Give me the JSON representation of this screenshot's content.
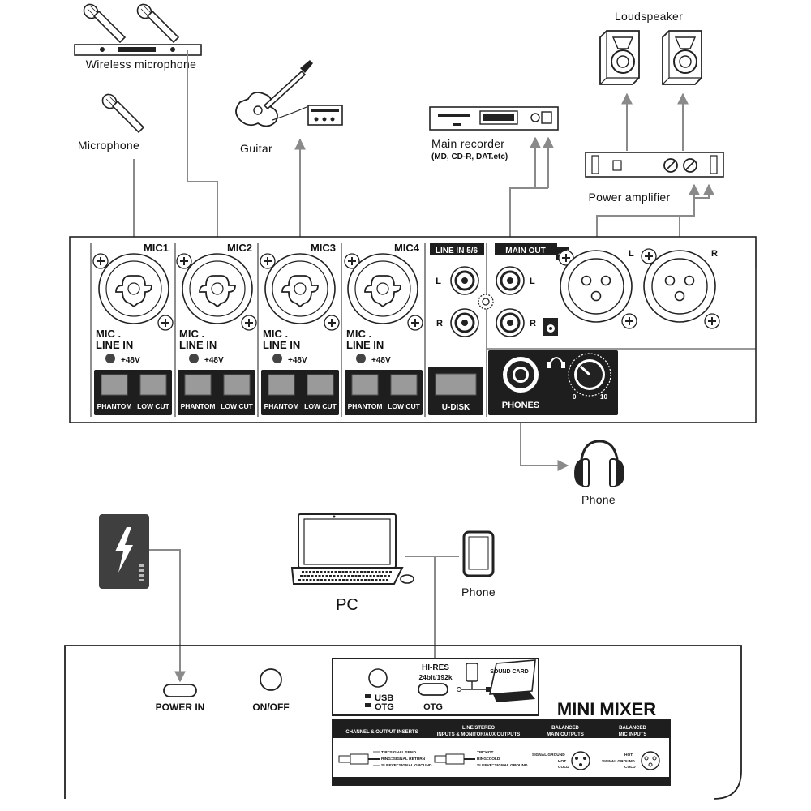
{
  "labels": {
    "wireless_mic": "Wireless microphone",
    "microphone": "Microphone",
    "guitar": "Guitar",
    "main_recorder": "Main recorder",
    "main_recorder_sub": "(MD, CD-R, DAT.etc)",
    "loudspeaker": "Loudspeaker",
    "power_amp": "Power amplifier",
    "phone_headphones": "Phone",
    "pc": "PC",
    "phone_mobile": "Phone"
  },
  "front_panel": {
    "channels": [
      {
        "name": "MIC1",
        "jack_label_1": "MIC .",
        "jack_label_2": "LINE  IN",
        "phantom_label": "+48V",
        "btn1": "PHANTOM",
        "btn2": "LOW CUT"
      },
      {
        "name": "MIC2",
        "jack_label_1": "MIC .",
        "jack_label_2": "LINE  IN",
        "phantom_label": "+48V",
        "btn1": "PHANTOM",
        "btn2": "LOW CUT"
      },
      {
        "name": "MIC3",
        "jack_label_1": "MIC .",
        "jack_label_2": "LINE  IN",
        "phantom_label": "+48V",
        "btn1": "PHANTOM",
        "btn2": "LOW CUT"
      },
      {
        "name": "MIC4",
        "jack_label_1": "MIC .",
        "jack_label_2": "LINE  IN",
        "phantom_label": "+48V",
        "btn1": "PHANTOM",
        "btn2": "LOW CUT"
      }
    ],
    "line_in": {
      "title": "LINE IN 5/6",
      "left": "L",
      "right": "R"
    },
    "main_out": {
      "title": "MAIN OUT",
      "left": "L",
      "right": "R"
    },
    "xlr_left": "L",
    "xlr_right": "R",
    "udisk": "U-DISK",
    "phones": "PHONES",
    "knob_min": "0",
    "knob_max": "10"
  },
  "rear_panel": {
    "power_in": "POWER IN",
    "on_off": "ON/OFF",
    "usb": "USB",
    "otg_left": "OTG",
    "otg": "OTG",
    "hires": "HI-RES",
    "hires_sub": "24bit/192k",
    "sound_card": "SOUND CARD",
    "title": "MINI MIXER",
    "legend": {
      "col1": "CHANNEL & OUTPUT INSERTS",
      "col2a": "LINE/STEREO",
      "col2b": "INPUTS & MONITOR/AUX OUTPUTS",
      "col3a": "BALANCED",
      "col3b": "MAIN OUTPUTS",
      "col4a": "BALANCED",
      "col4b": "MIC INPUTS",
      "ins_tip": "TIP=SIGNAL SEND",
      "ins_ring": "RING=SIGNAL RETURN",
      "ins_sleeve": "SLEEVE=SIGNAL GROUND",
      "trs_tip": "TIP=HOT",
      "trs_ring": "RING=COLD",
      "trs_sleeve": "SLEEVE=SIGNAL GROUND",
      "xlr_ground": "SIGNAL GROUND",
      "xlr_hot": "HOT",
      "xlr_cold": "COLD"
    }
  },
  "colors": {
    "wire": "#8a8a8a",
    "panel_dark": "#1e1e1e",
    "button": "#9a9a9a",
    "battery": "#3f3f3f"
  }
}
